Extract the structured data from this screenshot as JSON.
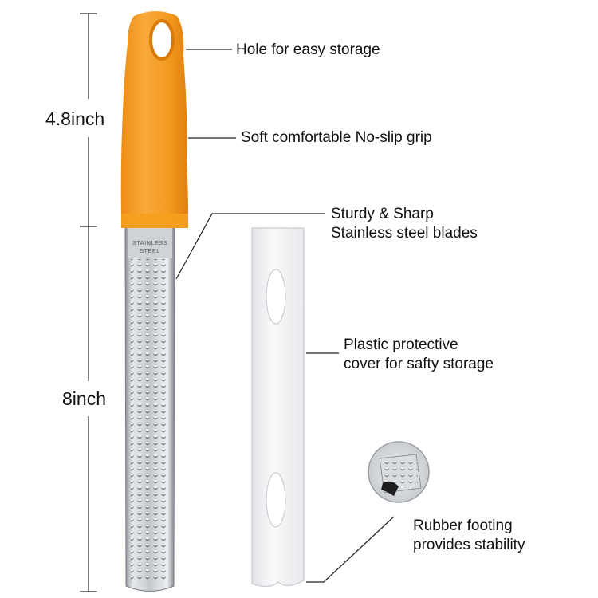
{
  "dimensions": {
    "handle_length": "4.8inch",
    "blade_length": "8inch"
  },
  "callouts": {
    "hole": "Hole for easy storage",
    "grip": "Soft comfortable No-slip grip",
    "blades_line1": "Sturdy & Sharp",
    "blades_line2": "Stainless steel blades",
    "cover_line1": "Plastic protective",
    "cover_line2": "cover for safty storage",
    "footing_line1": "Rubber footing",
    "footing_line2": "provides stability"
  },
  "blade_stamp": {
    "line1": "STAINLESS",
    "line2": "STEEL"
  },
  "colors": {
    "handle": "#f5a01e",
    "handle_shade": "#e48a10",
    "blade": "#c9cdd2",
    "cover": "#f3f4f6",
    "line": "#222222"
  }
}
